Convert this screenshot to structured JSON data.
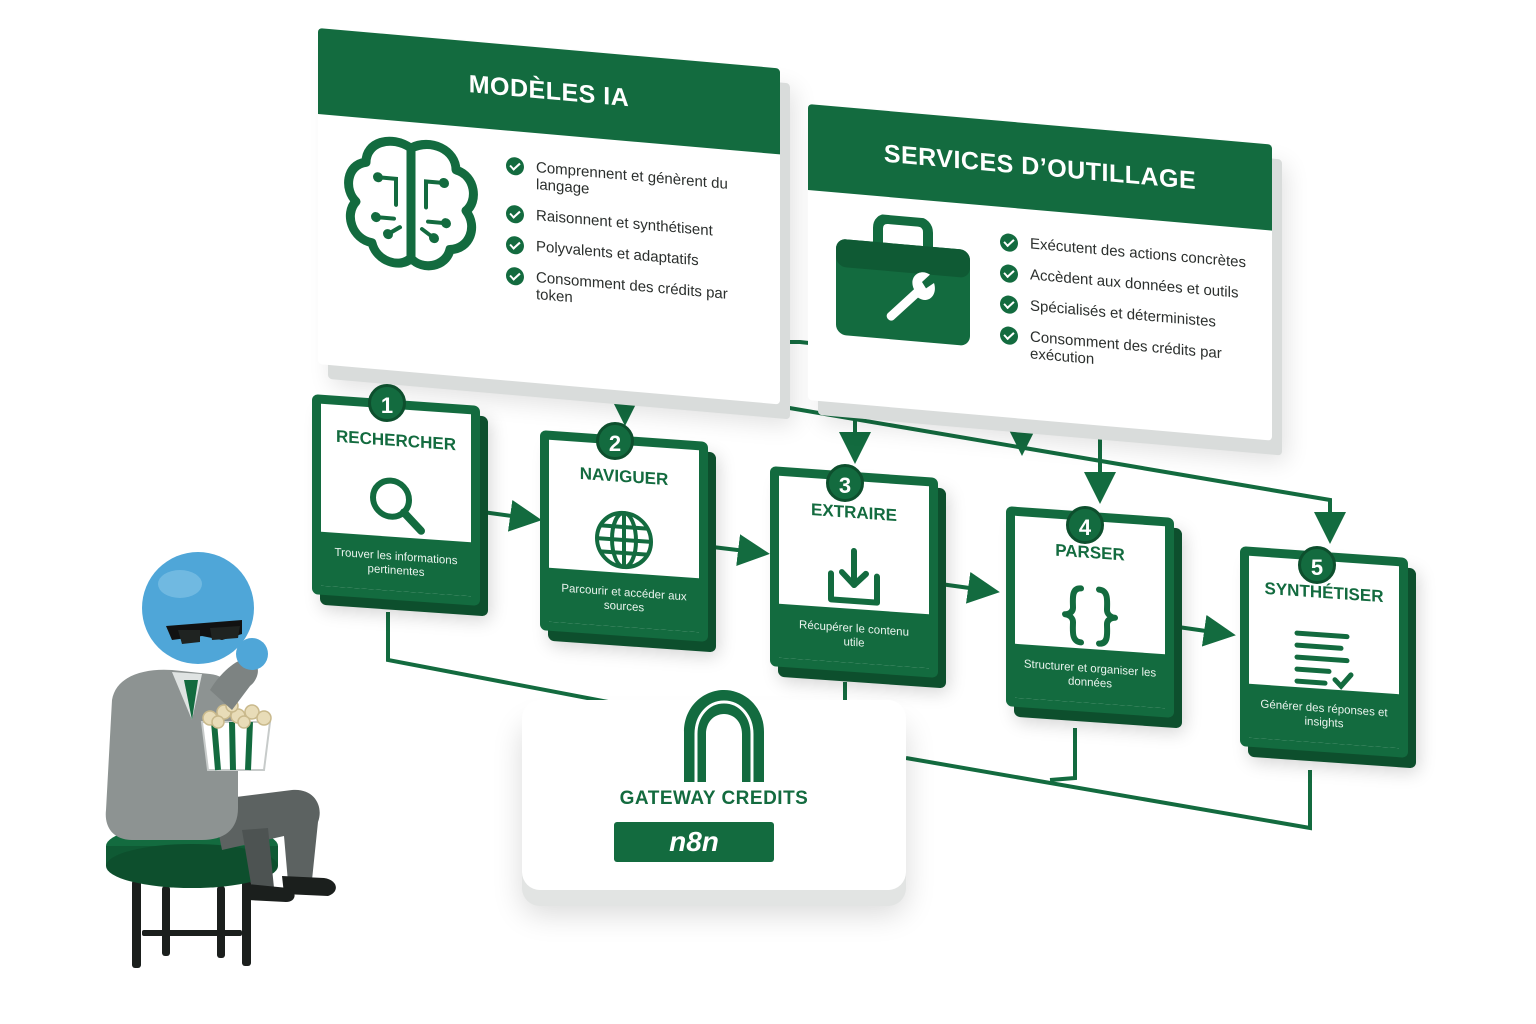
{
  "colors": {
    "accent": "#136b3f",
    "accent_dark": "#0d4f2d",
    "figure_skin": "#4fa6d8"
  },
  "models_panel": {
    "title": "MODÈLES IA",
    "icon": "brain-circuit-icon",
    "items": [
      "Comprennent et génèrent du langage",
      "Raisonnent et synthétisent",
      "Polyvalents et adaptatifs",
      "Consomment des crédits par token"
    ]
  },
  "tools_panel": {
    "title": "SERVICES D’OUTILLAGE",
    "icon": "toolbox-icon",
    "items": [
      "Exécutent des actions concrètes",
      "Accèdent aux données et outils",
      "Spécialisés et déterministes",
      "Consomment des crédits par exécution"
    ]
  },
  "steps": [
    {
      "number": "1",
      "title": "RECHERCHER",
      "icon": "search-icon",
      "description": "Trouver les informations pertinentes"
    },
    {
      "number": "2",
      "title": "NAVIGUER",
      "icon": "globe-icon",
      "description": "Parcourir et accéder aux sources"
    },
    {
      "number": "3",
      "title": "EXTRAIRE",
      "icon": "download-icon",
      "description": "Récupérer le contenu utile"
    },
    {
      "number": "4",
      "title": "PARSER",
      "icon": "curly-braces-icon",
      "description": "Structurer et organiser les données"
    },
    {
      "number": "5",
      "title": "SYNTHÉTISER",
      "icon": "document-check-icon",
      "description": "Générer des réponses et insights"
    }
  ],
  "gateway": {
    "title": "GATEWAY CREDITS",
    "badge": "n8n",
    "icon": "n8n-arch-icon"
  },
  "observer": {
    "icon": "observer-figure-icon"
  }
}
